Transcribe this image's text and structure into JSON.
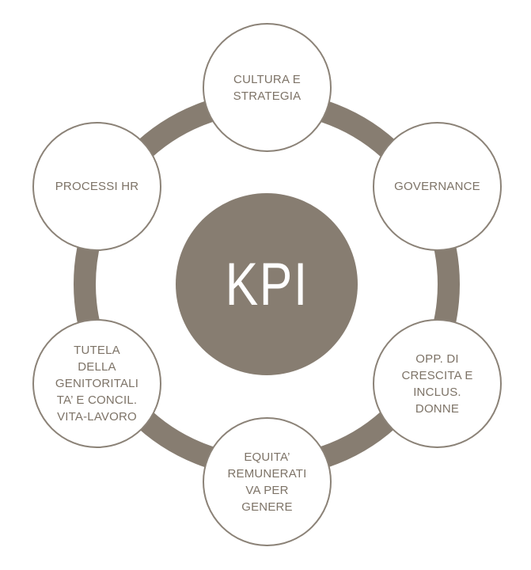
{
  "diagram": {
    "center": {
      "label": "KPI"
    },
    "nodes": [
      {
        "id": "cultura-e-strategia",
        "position": "top",
        "lines": [
          "CULTURA E",
          "STRATEGIA"
        ]
      },
      {
        "id": "governance",
        "position": "upper-right",
        "lines": [
          "GOVERNANCE"
        ]
      },
      {
        "id": "opp-di-crescita-e-inclus-donne",
        "position": "lower-right",
        "lines": [
          "OPP. DI",
          "CRESCITA E",
          "INCLUS.",
          "DONNE"
        ]
      },
      {
        "id": "equita-remunerativa-per-genere",
        "position": "bottom",
        "lines": [
          "EQUITA’",
          "REMUNERATI",
          "VA PER",
          "GENERE"
        ]
      },
      {
        "id": "tutela-della-genitorialita-e-concil-vita-lavoro",
        "position": "lower-left",
        "lines": [
          "TUTELA",
          "DELLA",
          "GENITORITALI",
          "TA’ E CONCIL.",
          "VITA-LAVORO"
        ]
      },
      {
        "id": "processi-hr",
        "position": "upper-left",
        "lines": [
          "PROCESSI HR"
        ]
      }
    ],
    "colors": {
      "hub_fill": "#877D71",
      "hub_text": "#FFFFFF",
      "ring": "#877D71",
      "node_fill": "#FFFFFF",
      "node_border": "#8B8277",
      "node_text": "#7D7367",
      "background": "#FFFFFF"
    }
  }
}
